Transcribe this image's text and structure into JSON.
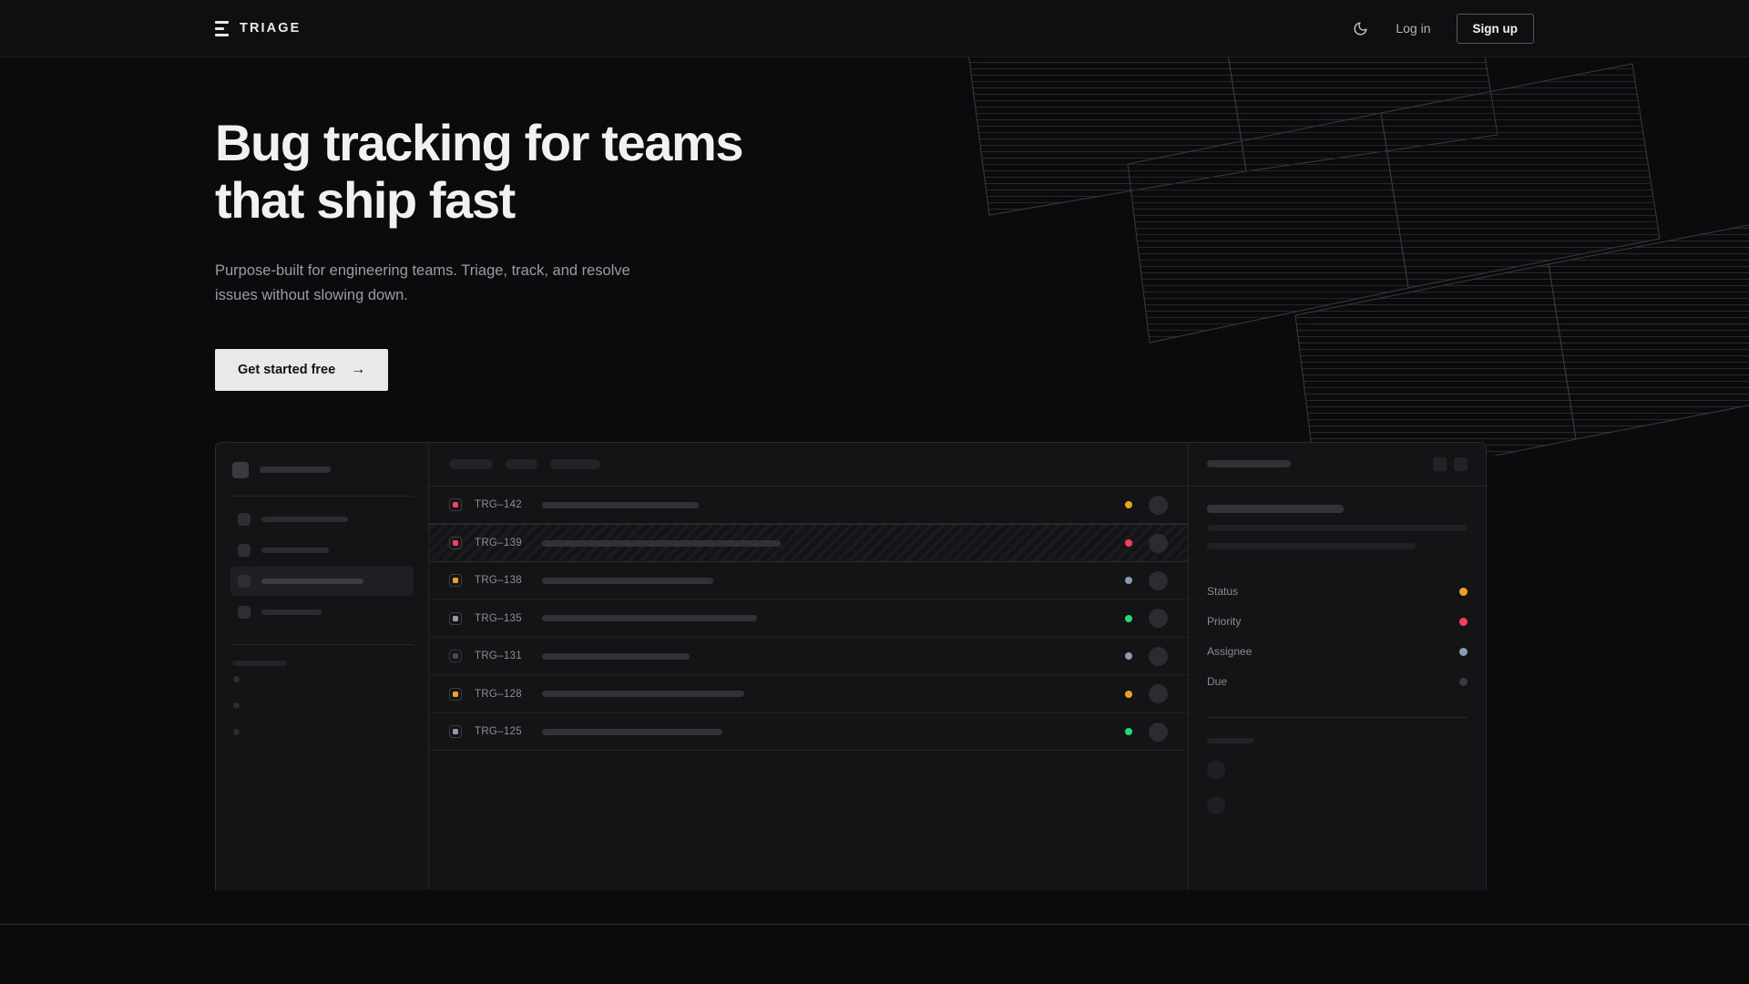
{
  "nav": {
    "brand": "TRIAGE",
    "brand_icon": "triage-bars-logo-icon",
    "theme_toggle_icon": "moon-icon",
    "login_label": "Log in",
    "signup_label": "Sign up"
  },
  "hero": {
    "heading_line1": "Bug tracking for teams",
    "heading_line2": "that ship fast",
    "subtitle": "Purpose-built for engineering teams. Triage, track, and resolve issues without slowing down.",
    "cta_label": "Get started free",
    "cta_arrow": "→"
  },
  "colors": {
    "page_bg": "#0b0b0d",
    "nav_bg": "#0f0f11",
    "panel_bg": "#141416",
    "border": "#2a2a2e",
    "text_primary": "#f1f1f3",
    "text_muted": "#9b9ba2",
    "cta_bg": "#e9e9eb",
    "status_amber": "#f0a020",
    "status_rose": "#f43f5e",
    "status_green": "#22dd77",
    "status_slate": "#8b9bb0",
    "status_dim": "#3a3a40"
  },
  "app_mock": {
    "sidebar": {
      "workspace_placeholder": "workspace-skeleton",
      "nav_items": [
        {
          "name": "nav-item-1",
          "width": 95,
          "active": false
        },
        {
          "name": "nav-item-2",
          "width": 74,
          "active": false
        },
        {
          "name": "nav-item-3",
          "width": 112,
          "active": true
        },
        {
          "name": "nav-item-4",
          "width": 66,
          "active": false
        }
      ],
      "mini_items": 3
    },
    "toolbar": {
      "filter_chips": [
        {
          "width": 48
        },
        {
          "width": 35
        },
        {
          "width": 55
        }
      ]
    },
    "issue_table": {
      "rows": [
        {
          "id": "TRG–142",
          "priority_color": "#f43f5e",
          "priority_muted": false,
          "title_width": 172,
          "status_color": "#f0a020",
          "selected": false
        },
        {
          "id": "TRG–139",
          "priority_color": "#f43f5e",
          "priority_muted": false,
          "title_width": 262,
          "status_color": "#f43f5e",
          "selected": true
        },
        {
          "id": "TRG–138",
          "priority_color": "#f0a020",
          "priority_muted": false,
          "title_width": 188,
          "status_color": "#8b9bb0",
          "selected": false
        },
        {
          "id": "TRG–135",
          "priority_color": "#8b9bb0",
          "priority_muted": false,
          "title_width": 236,
          "status_color": "#22dd77",
          "selected": false
        },
        {
          "id": "TRG–131",
          "priority_color": "#4a4a50",
          "priority_muted": true,
          "title_width": 162,
          "status_color": "#8b9bb0",
          "selected": false
        },
        {
          "id": "TRG–128",
          "priority_color": "#f0a020",
          "priority_muted": false,
          "title_width": 222,
          "status_color": "#f0a020",
          "selected": false
        },
        {
          "id": "TRG–125",
          "priority_color": "#8b9bb0",
          "priority_muted": false,
          "title_width": 198,
          "status_color": "#22dd77",
          "selected": false
        }
      ]
    },
    "detail_panel": {
      "header_actions": [
        "action-button-1",
        "action-button-2"
      ],
      "meta": [
        {
          "label": "Status",
          "color": "#f0a020"
        },
        {
          "label": "Priority",
          "color": "#f43f5e"
        },
        {
          "label": "Assignee",
          "color": "#8b9bb0"
        },
        {
          "label": "Due",
          "color": "#3a3a40"
        }
      ],
      "activity_avatars": 2
    }
  }
}
